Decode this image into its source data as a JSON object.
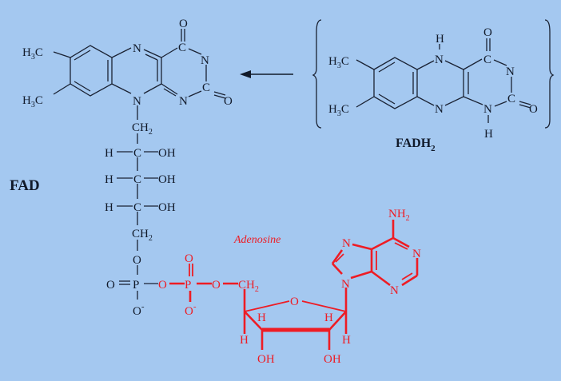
{
  "colors": {
    "background": "#a4c8f0",
    "structure_black": "#111a2a",
    "adenosine_red": "#ee1c24"
  },
  "labels": {
    "fad": "FAD",
    "fadh2_base": "FADH",
    "fadh2_sub": "2",
    "adenosine": "Adenosine"
  },
  "atoms": {
    "h3c": "H",
    "h3c_sub": "3",
    "c": "C",
    "n": "N",
    "o": "O",
    "h": "H",
    "p": "P",
    "oh": "OH",
    "ch2": "CH",
    "ch2_sub": "2",
    "nh2": "NH",
    "nh2_sub": "2",
    "o_minus": "O",
    "minus": "-"
  },
  "arrow": {
    "direction": "left",
    "meaning": "FADH2 to FAD"
  }
}
